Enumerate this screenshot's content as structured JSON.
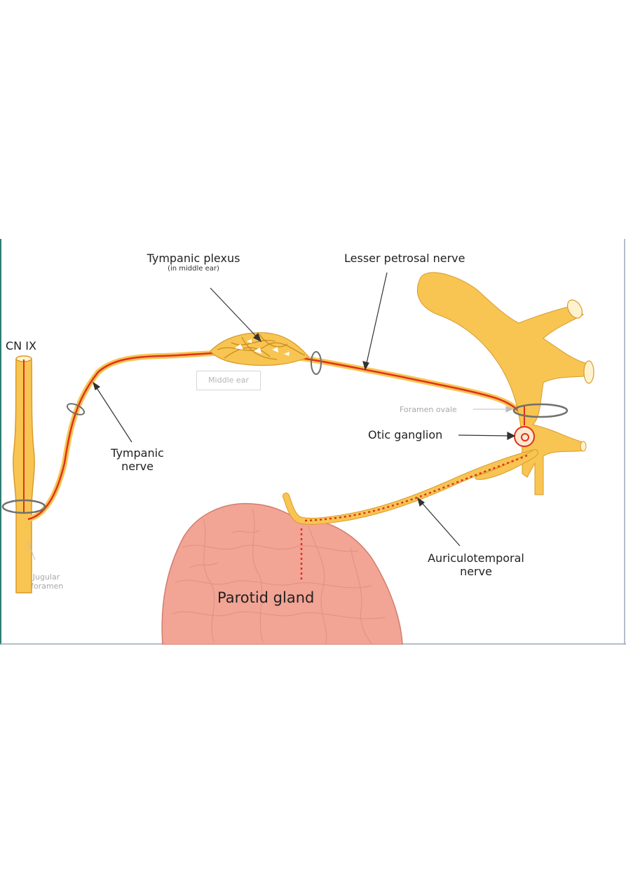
{
  "labels": {
    "cn_ix": "CN IX",
    "tympanic_plexus": "Tympanic plexus",
    "tympanic_plexus_sub": "(in middle ear)",
    "lesser_petrosal": "Lesser petrosal nerve",
    "middle_ear": "Middle ear",
    "foramen_ovale": "Foramen ovale",
    "otic_ganglion": "Otic ganglion",
    "tympanic_nerve_1": "Tympanic",
    "tympanic_nerve_2": "nerve",
    "jugular_1": "Jugular",
    "jugular_2": "foramen",
    "auriculotemporal_1": "Auriculotemporal",
    "auriculotemporal_2": "nerve",
    "parotid": "Parotid gland"
  },
  "colors": {
    "nerve_yellow": "#f8c552",
    "nerve_outline": "#d99a2a",
    "fiber_red": "#e0301e",
    "fiber_orange": "#ef6a1c",
    "gland_pink": "#f2a495",
    "gland_line": "#d27d6e",
    "frame_teal": "#2e7d74",
    "ring_grey": "#6f6f6f"
  }
}
